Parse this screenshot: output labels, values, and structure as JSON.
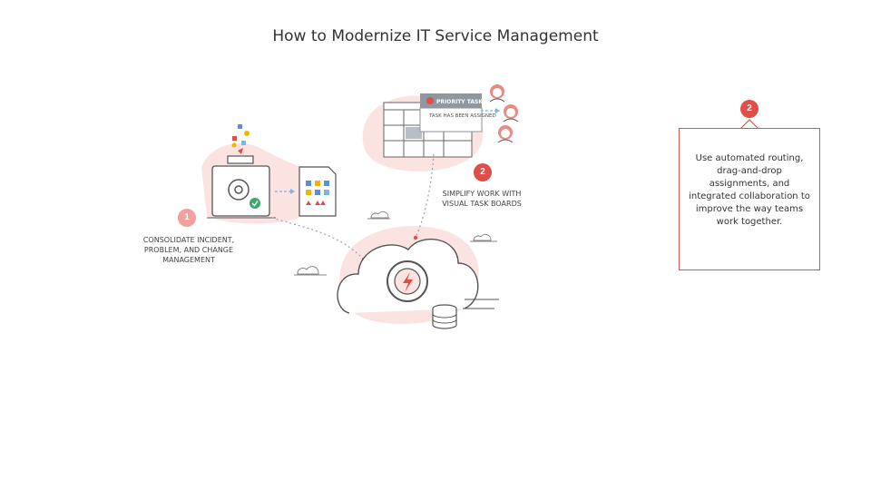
{
  "title": "How to Modernize IT Service Management",
  "steps": [
    {
      "number": "1",
      "label": "CONSOLIDATE INCIDENT, PROBLEM, AND CHANGE MANAGEMENT"
    },
    {
      "number": "2",
      "label": "SIMPLIFY WORK WITH VISUAL TASK BOARDS"
    }
  ],
  "callout": {
    "number": "2",
    "text": "Use automated routing, drag-and-drop assignments, and integrated collaboration to improve the way teams work together."
  },
  "task_card": {
    "header": "PRIORITY TASK",
    "body": "TASK HAS BEEN ASSIGNED"
  },
  "colors": {
    "accent": "#e04e4a",
    "soft_pink": "#fbe3e2",
    "muted_badge": "#f2a09d",
    "line_gray": "#9aa3ad"
  }
}
